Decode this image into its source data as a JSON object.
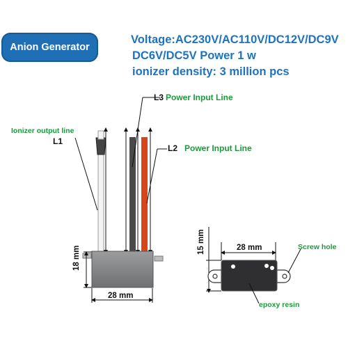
{
  "header": {
    "product_badge": "Anion Generator",
    "spec_line_1": "Voltage:AC230V/AC110V/DC12V/DC9V",
    "spec_line_2": "DC6V/DC5V  Power 1 w",
    "spec_line_3": "ionizer density: 3 million pcs"
  },
  "left_view": {
    "ionizer_output_label": "Ionizer output line",
    "l1_tag": "L1",
    "l3_tag": "L3",
    "l3_label": "Power Input Line",
    "l2_tag": "L2",
    "l2_label": "Power Input  Line",
    "height_dim": "18 mm",
    "width_dim": "28 mm"
  },
  "right_view": {
    "width_dim": "28 mm",
    "height_dim": "15 mm",
    "screw_hole_label": "Screw hole",
    "epoxy_label": "epoxy resin"
  },
  "colors": {
    "badge_blue": "#1f6fb6",
    "spec_blue": "#1e73be",
    "label_green": "#1a9b3a",
    "wire_red": "#d9451b",
    "wire_dark": "#4a4a4a"
  }
}
